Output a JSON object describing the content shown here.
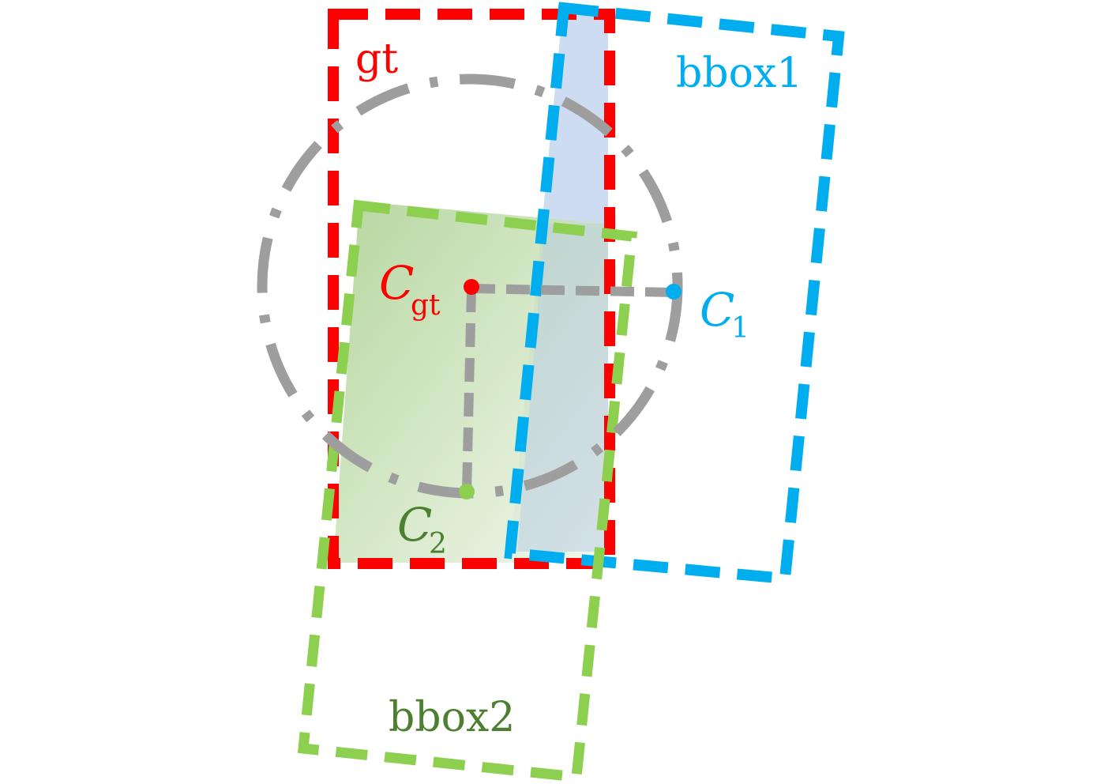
{
  "labels": {
    "gt": "gt",
    "bbox1": "bbox1",
    "bbox2": "bbox2",
    "c_gt_main": "C",
    "c_gt_sub": "gt",
    "c1_main": "C",
    "c1_sub": "1",
    "c2_main": "C",
    "c2_sub": "2"
  },
  "colors": {
    "gt": "#ff0000",
    "bbox1": "#00aeef",
    "bbox2_line": "#8dcf4e",
    "bbox2_label": "#4c7f2f",
    "connector": "#9e9e9e",
    "blue_fill": "#c9d8ef",
    "green_fill_dark": "#a9cf8e",
    "green_fill_light": "#eef6e8"
  }
}
